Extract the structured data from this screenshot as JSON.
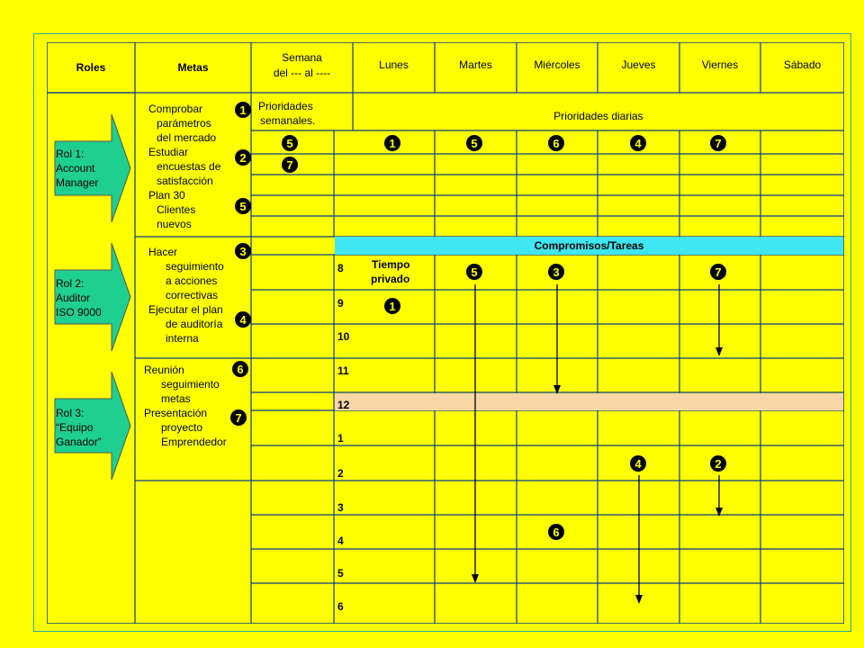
{
  "headers": {
    "roles": "Roles",
    "metas": "Metas",
    "semana_line1": "Semana",
    "semana_line2": "del --- al ----",
    "days": [
      "Lunes",
      "Martes",
      "Miércoles",
      "Jueves",
      "Viernes",
      "Sábado"
    ]
  },
  "prioridades": {
    "semanales_line1": "Prioridades",
    "semanales_line2": "semanales.",
    "diarias": "Prioridades diarias"
  },
  "roles": [
    {
      "line1": "Rol 1:",
      "line2": "Account",
      "line3": "Manager"
    },
    {
      "line1": "Rol 2:",
      "line2": "Auditor",
      "line3": "ISO 9000"
    },
    {
      "line1": "Rol 3:",
      "line2": "“Equipo",
      "line3": "Ganador”"
    }
  ],
  "metas": {
    "role1": [
      "Comprobar",
      "parámetros",
      "del mercado",
      "Estudiar",
      "encuestas de",
      "satisfacción",
      "Plan 30",
      "Clientes",
      "nuevos"
    ],
    "role2": [
      "Hacer",
      "seguimiento",
      "a acciones",
      "correctivas",
      "Ejecutar el plan",
      "de auditoría",
      "interna"
    ],
    "role3": [
      "Reunión",
      "seguimiento",
      "metas",
      "Presentación",
      "proyecto",
      "Emprendedor"
    ]
  },
  "compromisos": "Compromisos/Tareas",
  "tiempo_privado_line1": "Tiempo",
  "tiempo_privado_line2": "privado",
  "hours": [
    "8",
    "9",
    "10",
    "11",
    "12",
    "1",
    "2",
    "3",
    "4",
    "5",
    "6"
  ],
  "markers": {
    "m1": "1",
    "m2": "2",
    "m3": "3",
    "m4": "4",
    "m5": "5",
    "m6": "6",
    "m7": "7"
  },
  "colors": {
    "background": "#ffff00",
    "role_arrow": "#1fcf8f",
    "compromisos_bar": "#3de6f0",
    "lunch_bar": "#f7d6a6",
    "grid_line": "#0b3c8a"
  }
}
